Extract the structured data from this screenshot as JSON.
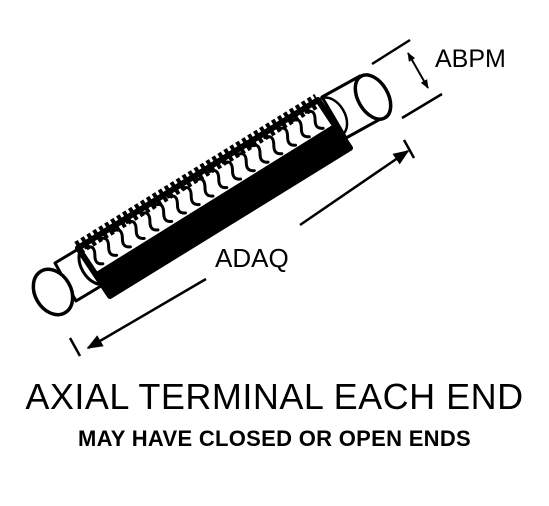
{
  "labels": {
    "diameter": "ABPM",
    "length": "ADAQ"
  },
  "caption": {
    "title": "AXIAL TERMINAL EACH END",
    "subtitle": "MAY HAVE CLOSED OR OPEN ENDS"
  },
  "colors": {
    "ink": "#000000",
    "background": "#ffffff"
  }
}
